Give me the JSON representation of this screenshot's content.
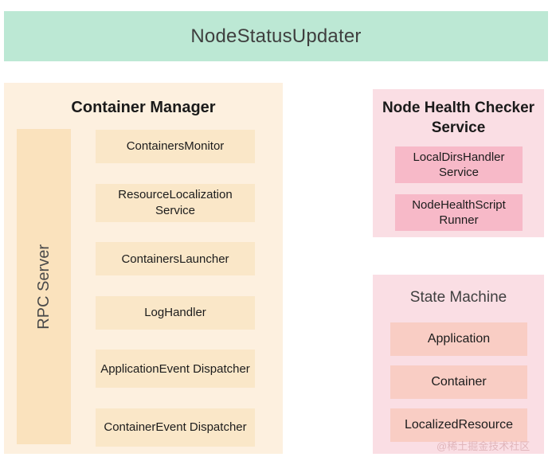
{
  "banner": {
    "title": "NodeStatusUpdater",
    "color": "#bce8d4"
  },
  "container_manager": {
    "title": "Container Manager",
    "panel_color": "#fdf0df",
    "item_color": "#fae7c8",
    "rpc_server": {
      "label": "RPC Server",
      "color": "#fae2bd",
      "orientation": "vertical-bottom-to-top"
    },
    "items": [
      {
        "label": "ContainersMonitor",
        "lines": 1
      },
      {
        "label": "ResourceLocalization Service",
        "lines": 2
      },
      {
        "label": "ContainersLauncher",
        "lines": 1
      },
      {
        "label": "LogHandler",
        "lines": 1
      },
      {
        "label": "ApplicationEvent Dispatcher",
        "lines": 2
      },
      {
        "label": "ContainerEvent Dispatcher",
        "lines": 2
      }
    ]
  },
  "node_health_checker": {
    "title": "Node Health Checker Service",
    "panel_color": "#fadee4",
    "item_color": "#f7b9c8",
    "items": [
      {
        "label": "LocalDirsHandler Service"
      },
      {
        "label": "NodeHealthScript Runner"
      }
    ]
  },
  "state_machine": {
    "title": "State Machine",
    "panel_color": "#fadee4",
    "item_color": "#f9cdc4",
    "items": [
      {
        "label": "Application"
      },
      {
        "label": "Container"
      },
      {
        "label": "LocalizedResource"
      }
    ]
  },
  "watermark": {
    "text": "@稀土掘金技术社区"
  }
}
